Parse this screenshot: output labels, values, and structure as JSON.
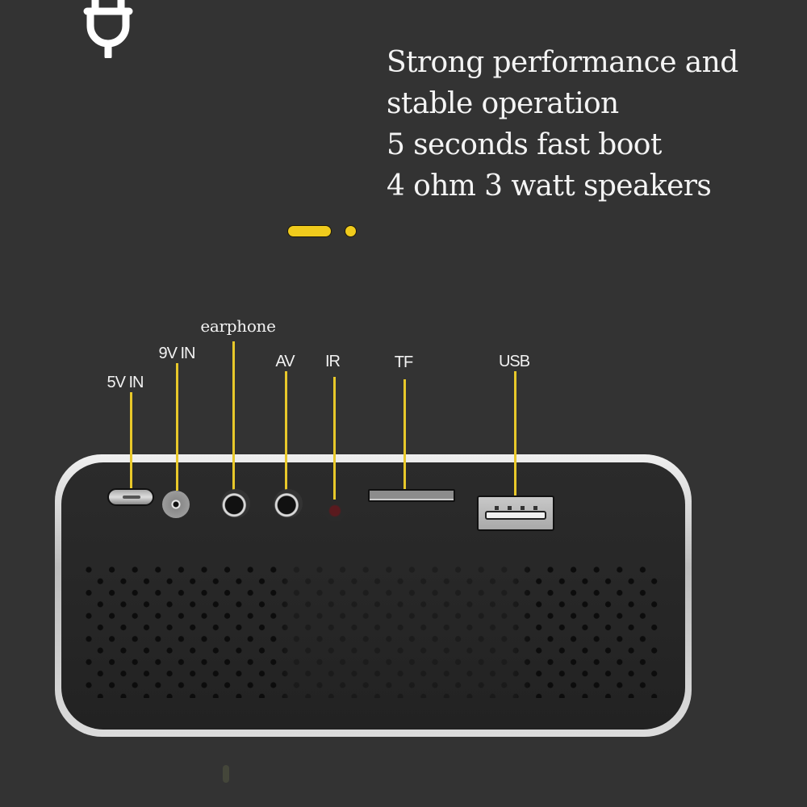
{
  "icon": {
    "name": "power-plug-icon",
    "color": "#ffffff"
  },
  "features": [
    "Strong performance and",
    "stable operation",
    "5 seconds fast boot",
    "4 ohm 3 watt speakers"
  ],
  "indicator": {
    "accent_color": "#f0cb1c",
    "active_index": 0,
    "count": 2
  },
  "ports": [
    {
      "label": "5V IN"
    },
    {
      "label": "9V IN"
    },
    {
      "label": "earphone"
    },
    {
      "label": "AV"
    },
    {
      "label": "IR"
    },
    {
      "label": "TF"
    },
    {
      "label": "USB"
    }
  ],
  "colors": {
    "background": "#333333",
    "leader_line": "#e8c82a",
    "device_trim": "#d4d4d4",
    "device_face": "#272727"
  }
}
